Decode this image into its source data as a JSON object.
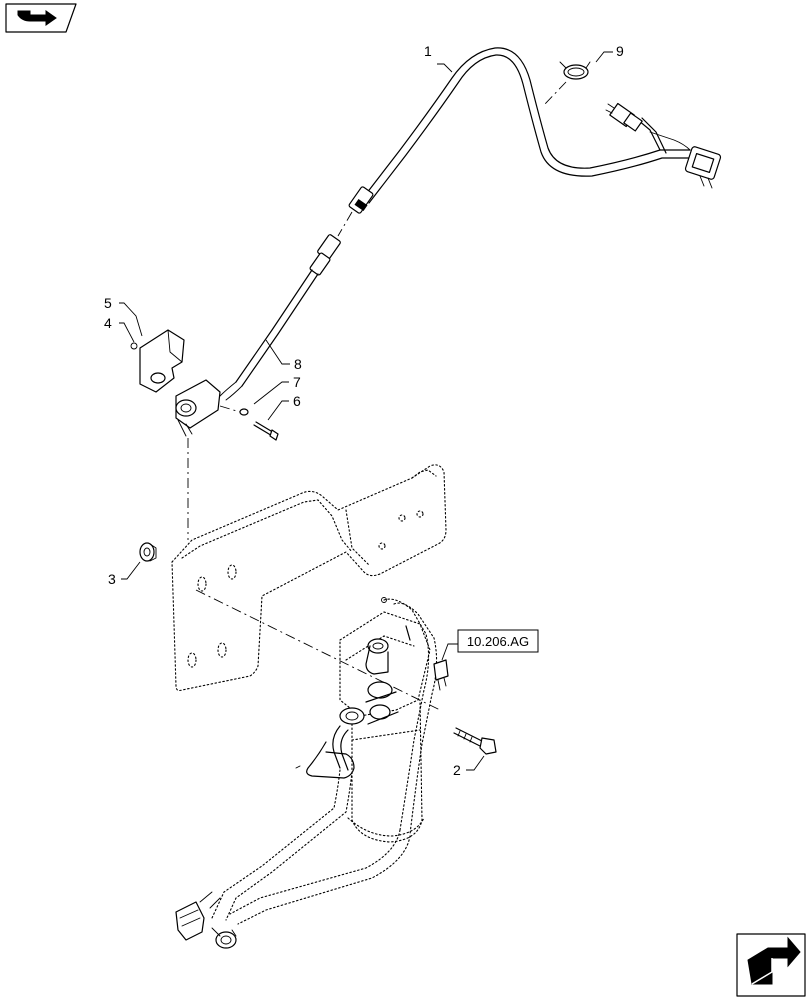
{
  "callouts": {
    "c1": "1",
    "c2": "2",
    "c3": "3",
    "c4": "4",
    "c5": "5",
    "c6": "6",
    "c7": "7",
    "c8": "8",
    "c9": "9"
  },
  "reference_box": {
    "label": "10.206.AG"
  },
  "icons": {
    "top_left": "previous-page-icon",
    "bottom_right": "next-page-icon"
  }
}
